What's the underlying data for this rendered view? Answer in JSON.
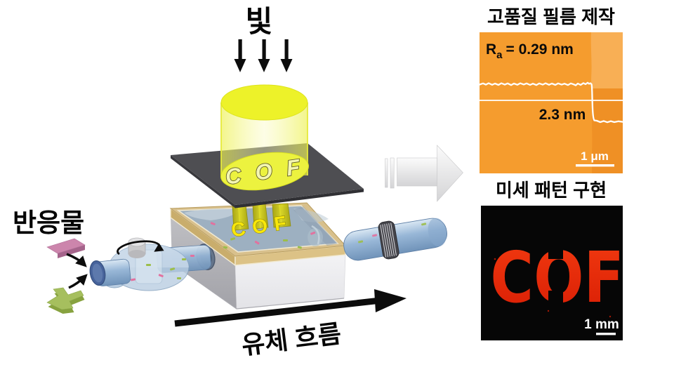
{
  "scene": {
    "light_label": "빛",
    "reactants_label": "반응물",
    "flow_label": "유체 흐름",
    "mask_text": "C O F",
    "projection_text": "C O F"
  },
  "film_panel": {
    "title": "고품질 필름 제작",
    "roughness_symbol": "R",
    "roughness_subscript": "a",
    "roughness_value": "= 0.29 nm",
    "step_label": "2.3 nm",
    "scalebar_label": "1 μm"
  },
  "pattern_panel": {
    "title": "미세 패턴 구현",
    "pattern_text": "COF",
    "scalebar_label": "1 mm"
  },
  "colors": {
    "light_yellow": "#EDF229",
    "mask_gray": "#4E4E52",
    "tube_blue": "#8FB2D4",
    "liquid_blue_gray": "#9DB0C1",
    "frame_tan": "#C9AD6C",
    "afm_orange": "#F59C2E",
    "afm_substrate_light": "#F8AF55",
    "afm_substrate_dark": "#EF9025",
    "pattern_red": "#E8220A",
    "reactant_pink": "#CC85AC",
    "reactant_green": "#A6BF5E"
  }
}
